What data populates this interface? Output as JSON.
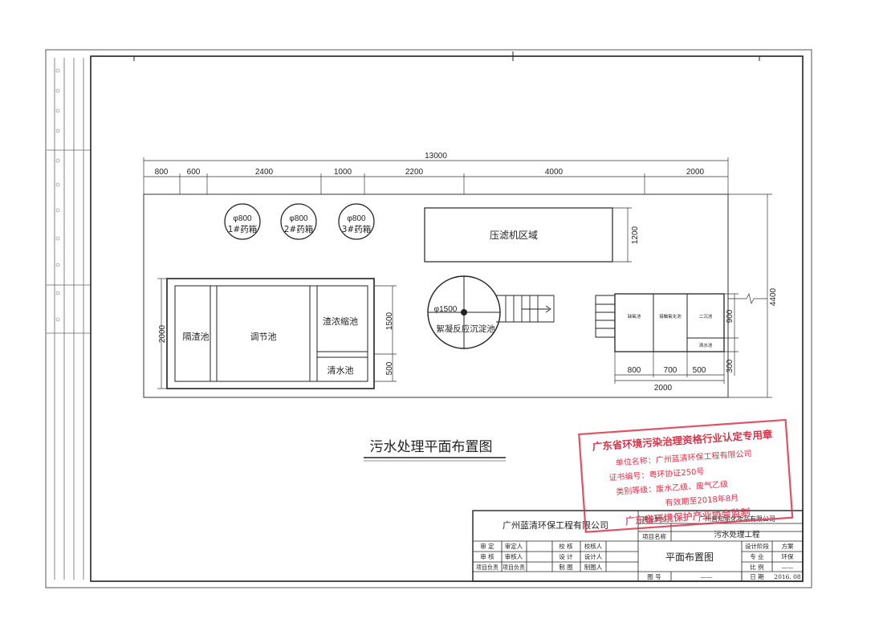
{
  "drawing": {
    "title": "污水处理平面布置图",
    "overall_dimension": "13000",
    "top_dimensions": [
      "800",
      "600",
      "2400",
      "1000",
      "2200",
      "4000",
      "2000"
    ],
    "right_dimensions": {
      "total": "4400",
      "press_area": "1200"
    },
    "tanks": [
      {
        "diameter": "φ800",
        "label": "1#药箱"
      },
      {
        "diameter": "φ800",
        "label": "2#药箱"
      },
      {
        "diameter": "φ800",
        "label": "3#药箱"
      }
    ],
    "filter_press": "压滤机区域",
    "clarifier": {
      "diameter": "φ1500",
      "label": "絮凝反应沉淀池"
    },
    "pools": {
      "screen": "隔渣池",
      "equalization": "调节池",
      "thickener": "渣浓缩池",
      "clear_water": "清水池",
      "height": "2000",
      "thickener_h": "1500",
      "clear_water_h": "500"
    },
    "small_unit": {
      "cells": [
        "缺氧池",
        "接触氧化池",
        "二沉池",
        "清水池"
      ],
      "dims_bottom": [
        "800",
        "700",
        "500"
      ],
      "dim_total": "2000",
      "dims_right": [
        "900",
        "300"
      ]
    }
  },
  "stamp": {
    "line1": "广东省环境污染治理资格行业认定专用章",
    "line2": "单位名称：广州蓝清环保工程有限公司",
    "line3": "证书编号：粤环协证250号",
    "line4": "类别等级：废水乙级、废气乙级",
    "line5": "有效期至2018年8月",
    "line6": "广东省环境保护产业协会监制"
  },
  "title_block": {
    "company": "广州蓝清环保工程有限公司",
    "construction_unit_label": "建设单位",
    "client": "广州直知丽化妆品有限公司",
    "project_label": "项目名称",
    "project_name": "污水处理工程",
    "review_label": "审    定",
    "review_person": "审定人",
    "audit_label": "审    核",
    "audit_person": "审核人",
    "pm_label": "项目负责",
    "pm_person": "项目负责",
    "check_label": "校    核",
    "check_person": "校核人",
    "design_label": "设    计",
    "design_person": "设计人",
    "draw_label": "制    图",
    "draw_person": "制图人",
    "drawing_title": "平面布置图",
    "stage_label": "设计阶段",
    "stage_value": "方案",
    "discipline_label": "专    业",
    "discipline_value": "环保",
    "scale_label": "比    例",
    "scale_value": "——",
    "number_label": "图    号",
    "number_value": "——",
    "date_label": "日    期",
    "date_value": "2016. 08"
  }
}
